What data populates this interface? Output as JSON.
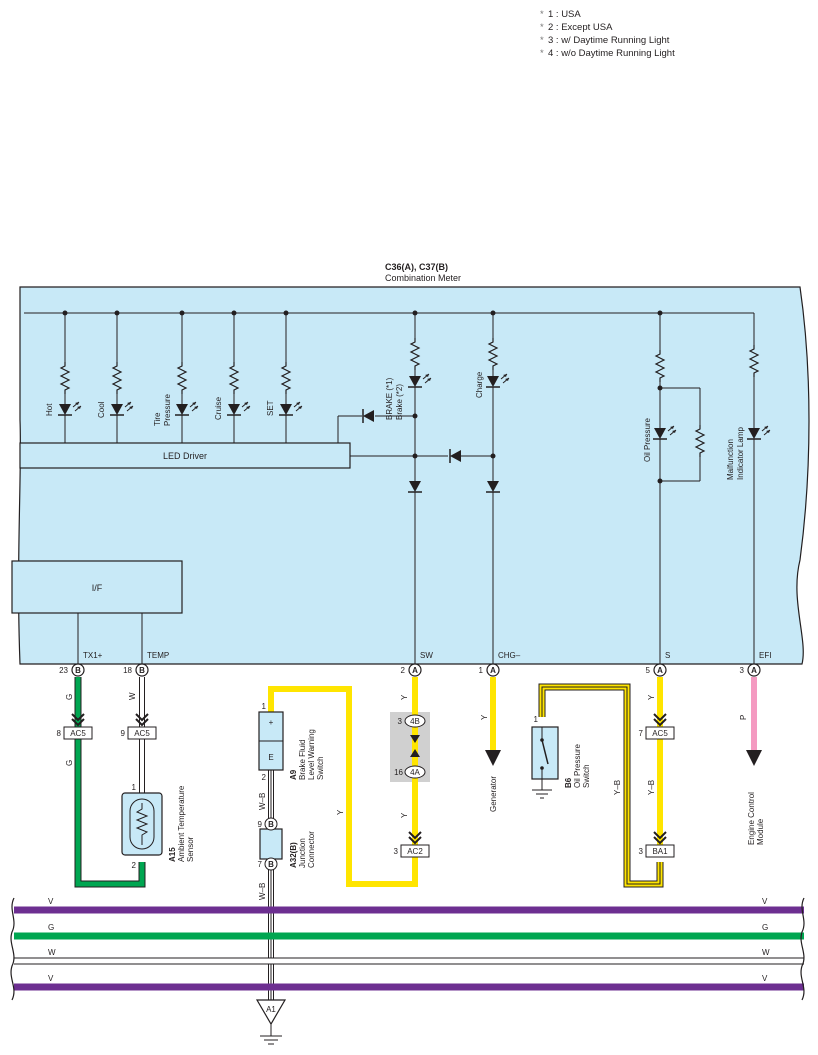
{
  "notes": [
    {
      "mark": "*",
      "text": "1 : USA"
    },
    {
      "mark": "*",
      "text": "2 : Except USA"
    },
    {
      "mark": "*",
      "text": "3 : w/ Daytime Running Light"
    },
    {
      "mark": "*",
      "text": "4 : w/o Daytime Running Light"
    }
  ],
  "meter": {
    "code": "C36(A), C37(B)",
    "name": "Combination Meter"
  },
  "lamps": {
    "hot": "Hot",
    "cool": "Cool",
    "tire1": "Tire",
    "tire2": "Pressure",
    "cruise": "Cruise",
    "set": "SET",
    "brake1": "BRAKE (*1)",
    "brake2": "Brake (*2)",
    "charge": "Charge",
    "oil": "Oil Pressure",
    "mil1": "Malfunction",
    "mil2": "Indicator Lamp"
  },
  "blocks": {
    "led": "LED Driver",
    "if": "I/F"
  },
  "terminals": {
    "tx": {
      "name": "TX1+",
      "pin": "23",
      "conn": "B"
    },
    "temp": {
      "name": "TEMP",
      "pin": "18",
      "conn": "B"
    },
    "sw": {
      "name": "SW",
      "pin": "2",
      "conn": "A"
    },
    "chg": {
      "name": "CHG–",
      "pin": "1",
      "conn": "A"
    },
    "s": {
      "name": "S",
      "pin": "5",
      "conn": "A"
    },
    "efi": {
      "name": "EFI",
      "pin": "3",
      "conn": "A"
    }
  },
  "wire_colors": {
    "g": "G",
    "w": "W",
    "y": "Y",
    "p": "P",
    "wb": "W–B",
    "yb": "Y–B",
    "v": "V"
  },
  "connectors": {
    "ac5": "AC5",
    "ac2": "AC2",
    "ba1": "BA1",
    "j4b": "4B",
    "j4a": "4A",
    "b": "B",
    "a1": "A1"
  },
  "pins": {
    "p8": "8",
    "p9": "9",
    "p1": "1",
    "p2": "2",
    "p3": "3",
    "p7": "7",
    "p16": "16",
    "pplus": "+",
    "pe": "E"
  },
  "components": {
    "a15": {
      "code": "A15",
      "l1": "Ambient Temperature",
      "l2": "Sensor"
    },
    "a9": {
      "code": "A9",
      "l1": "Brake Fluid",
      "l2": "Level Warning",
      "l3": "Switch"
    },
    "a32": {
      "code": "A32(B)",
      "l1": "Junction",
      "l2": "Connector"
    },
    "b6": {
      "code": "B6",
      "l1": "Oil Pressure",
      "l2": "Switch"
    },
    "gen": "Generator",
    "ecm1": "Engine Control",
    "ecm2": "Module"
  },
  "colors": {
    "panel": "#c8e9f7",
    "yellow": "#ffe500",
    "green": "#00a651",
    "violet": "#6d2f91",
    "pink": "#f49ac1",
    "gray": "#d0d0d0",
    "line": "#231f20"
  }
}
